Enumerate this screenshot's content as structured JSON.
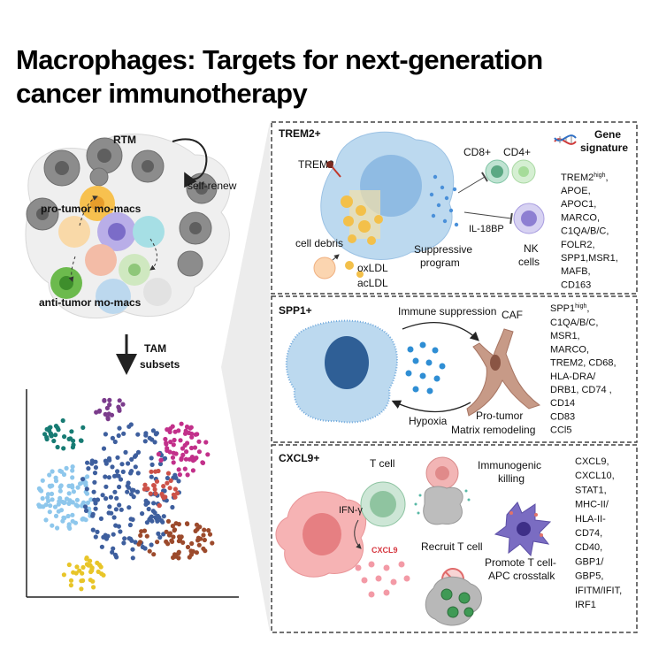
{
  "title": {
    "line1": "Macrophages: Targets for next-generation",
    "line2": "cancer immunotherapy"
  },
  "left": {
    "rtm": "RTM",
    "self_renew": "self-renew",
    "pro_tumor": "pro-tumor mo-macs",
    "anti_tumor": "anti-tumor mo-macs",
    "tam_line1": "TAM",
    "tam_line2": "subsets"
  },
  "trem2": {
    "name": "TREM2+",
    "receptor": "TREM2",
    "cell_debris": "cell debris",
    "oxldl": "oxLDL",
    "acldl": "acLDL",
    "suppressive_1": "Suppressive",
    "suppressive_2": "program",
    "cd8": "CD8+",
    "cd4": "CD4+",
    "il18bp": "IL-18BP",
    "nk_1": "NK",
    "nk_2": "cells",
    "gene_title_1": "Gene",
    "gene_title_2": "signature",
    "genes_first": "TREM2",
    "genes_first_sup": "high",
    "genes": [
      "APOE,",
      "APOC1,",
      "MARCO,",
      "C1QA/B/C,",
      "FOLR2,",
      "SPP1,MSR1,",
      "MAFB,",
      "CD163"
    ]
  },
  "spp1": {
    "name": "SPP1+",
    "immune_suppression": "Immune suppression",
    "caf": "CAF",
    "hypoxia": "Hypoxia",
    "pro_tumor_1": "Pro-tumor",
    "pro_tumor_2": "Matrix remodeling",
    "genes_first": "SPP1",
    "genes_first_sup": "high",
    "genes": [
      "C1QA/B/C,",
      "MSR1,",
      "MARCO,",
      "TREM2, CD68,",
      "HLA-DRA/",
      "DRB1, CD74 ,",
      "CD14",
      "CD83",
      "CCl5"
    ]
  },
  "cxcl9": {
    "name": "CXCL9+",
    "tcell": "T cell",
    "ifng": "IFN-γ",
    "cxcl9_label": "CXCL9",
    "immunogenic_1": "Immunogenic",
    "immunogenic_2": "killing",
    "recruit": "Recruit T cell",
    "promote_1": "Promote T cell-",
    "promote_2": "APC crosstalk",
    "genes": [
      "CXCL9,",
      "CXCL10,",
      "STAT1,",
      "MHC-II/",
      "HLA-II-",
      "CD74,",
      "CD40,",
      "GBP1/",
      "GBP5,",
      "IFITM/IFIT,",
      "IRF1"
    ]
  },
  "colors": {
    "text": "#111111",
    "trem2_red": "#c0392b",
    "cxcl9_red": "#d6363f",
    "macrophage_blue": "#bcd9ef",
    "nucleus_blue": "#8fbbe3",
    "caf_brown": "#c79a87",
    "tumor_pink": "#f6b3b4",
    "dashed_border": "#444444"
  },
  "icons": [
    "dna-icon",
    "lipid-droplet-icon",
    "cell-icon",
    "t-cell-icon",
    "nk-cell-icon",
    "dendritic-cell-icon",
    "caf-icon",
    "tumor-cell-icon"
  ]
}
